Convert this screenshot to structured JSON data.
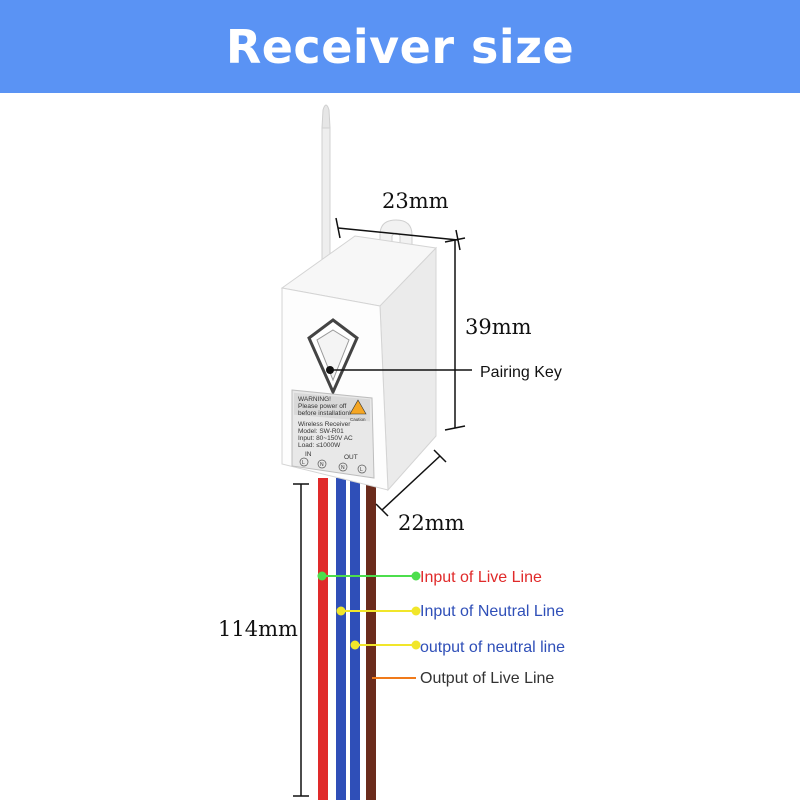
{
  "title": "Receiver size",
  "dimensions": {
    "width": "23mm",
    "height": "39mm",
    "depth": "22mm",
    "wire_length": "114mm"
  },
  "callouts": {
    "pairing_key": "Pairing Key",
    "live_input": "Input of Live Line",
    "neutral_input": "Input of Neutral Line",
    "neutral_output": "output of neutral line",
    "live_output": "Output of Live Line"
  },
  "device_label": {
    "warning_title": "WARNING!",
    "warning_line1": "Please power off",
    "warning_line2": "before installation!",
    "caution": "Caution",
    "product": "Wireless Receiver",
    "model": "Model: SW-R01",
    "input": "Input: 80~150V AC",
    "load": "Load: ≤1000W",
    "in_label": "IN",
    "out_label": "OUT",
    "terminal_l": "L",
    "terminal_n": "N"
  },
  "colors": {
    "banner": "#5a93f4",
    "live_wire": "#e02a2a",
    "neutral_wire": "#2f4fb8",
    "output_live_wire": "#6b2b1c",
    "live_input_dot": "#4cde4c",
    "neutral_dot": "#f1e62a",
    "live_output_marker": "#f07a1a"
  }
}
